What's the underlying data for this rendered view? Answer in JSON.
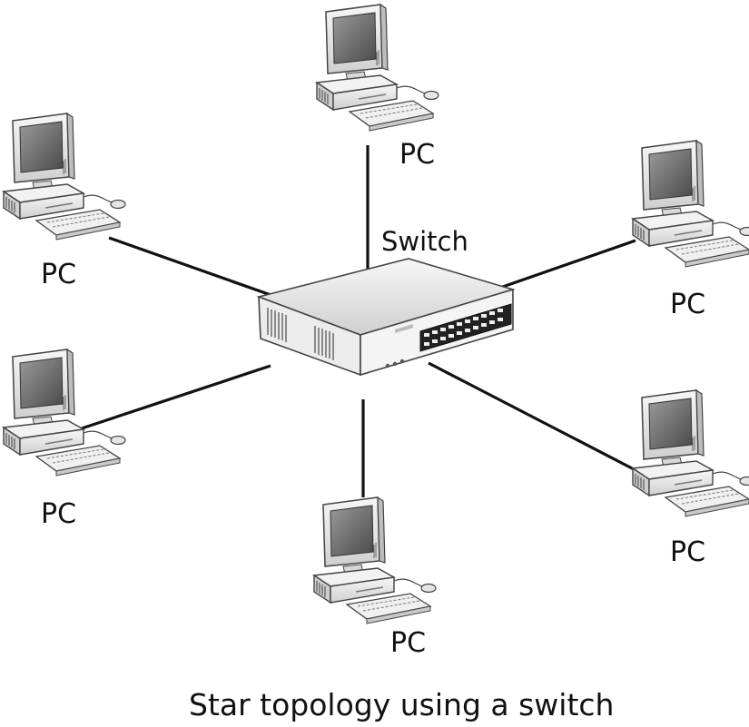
{
  "diagram": {
    "switch": {
      "label": "Switch"
    },
    "pcs": [
      {
        "label": "PC"
      },
      {
        "label": "PC"
      },
      {
        "label": "PC"
      },
      {
        "label": "PC"
      },
      {
        "label": "PC"
      },
      {
        "label": "PC"
      }
    ],
    "caption": "Star topology using a switch",
    "colors": {
      "line": "#111111",
      "device": "#e6e6e6",
      "screen": "#6e6e6e"
    }
  }
}
